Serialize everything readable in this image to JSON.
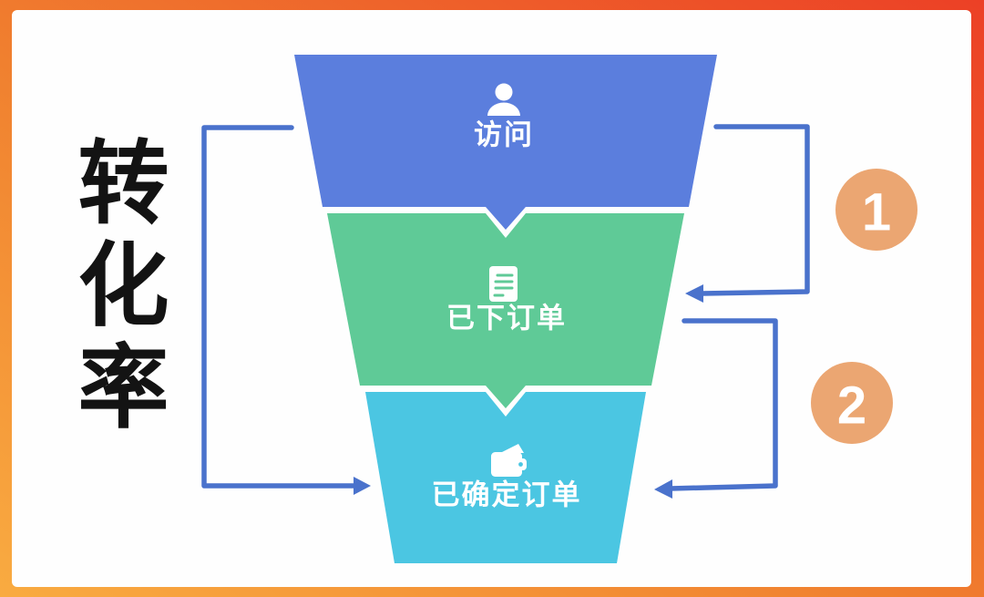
{
  "title": {
    "text": "转化率"
  },
  "funnel": {
    "stages": [
      {
        "id": "visit",
        "label": "访问",
        "icon": "user-icon",
        "color": "#5b7edd"
      },
      {
        "id": "order-placed",
        "label": "已下订单",
        "icon": "document-icon",
        "color": "#5fca97"
      },
      {
        "id": "order-confirmed",
        "label": "已确定订单",
        "icon": "wallet-icon",
        "color": "#4bc6e2"
      }
    ]
  },
  "annotations": {
    "arrow_color": "#4a72cc",
    "badge_color": "#eba672",
    "badges": [
      {
        "label": "1"
      },
      {
        "label": "2"
      }
    ]
  },
  "frame": {
    "gradient_start": "#f9ab41",
    "gradient_end": "#ec4026",
    "canvas_background": "#fefefe"
  }
}
